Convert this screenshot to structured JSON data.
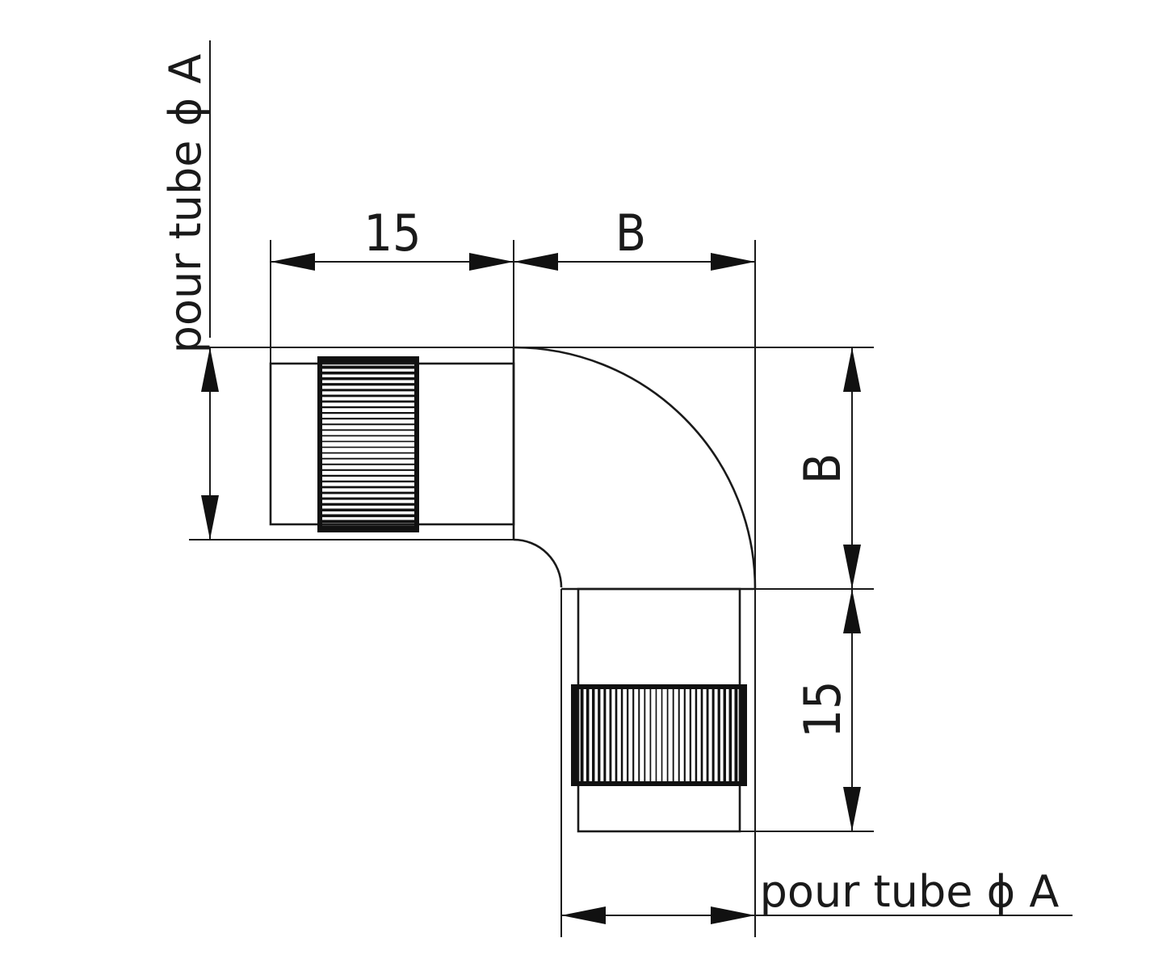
{
  "diagram": {
    "dimensions": {
      "top_left_length": "15",
      "top_right_length": "B",
      "right_upper_length": "B",
      "right_lower_length": "15"
    },
    "labels": {
      "tube_left": "pour tube ϕ A",
      "tube_bottom": "pour tube ϕ A"
    },
    "colors": {
      "line": "#1a1a1a",
      "knurl": "#111111",
      "background": "#ffffff"
    }
  }
}
